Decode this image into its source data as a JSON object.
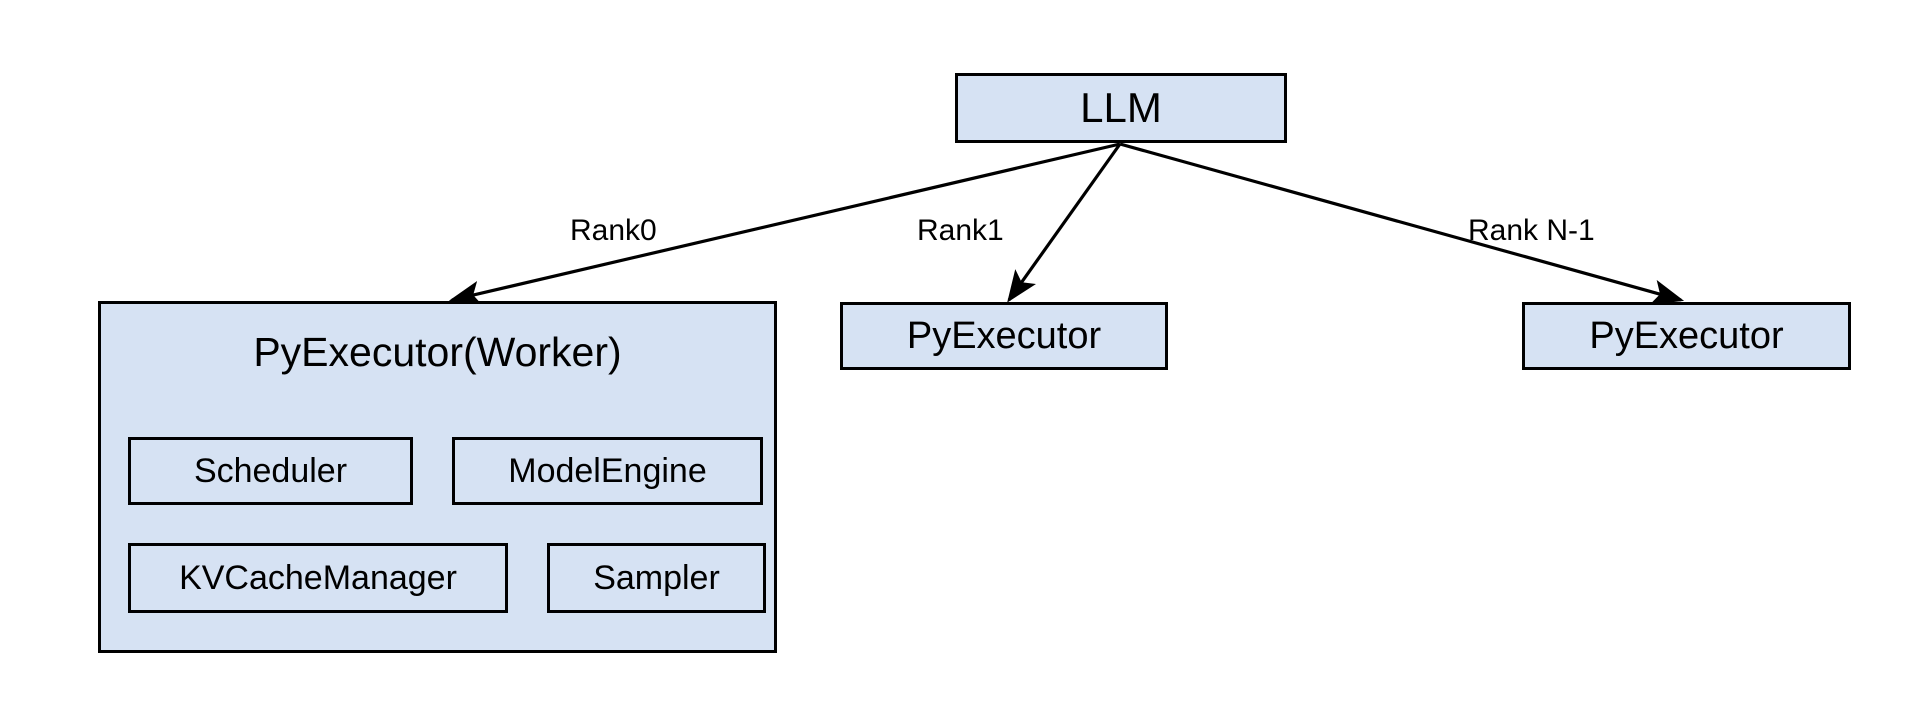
{
  "diagram": {
    "title_node": {
      "label": "LLM"
    },
    "colors": {
      "node_fill": "#d6e2f3",
      "node_border": "#000000",
      "edge": "#000000",
      "background": "#ffffff",
      "text": "#000000"
    },
    "nodes": [
      {
        "id": "llm",
        "label": "LLM"
      },
      {
        "id": "worker",
        "label": "PyExecutor(Worker)"
      },
      {
        "id": "pyexecutor_rank1",
        "label": "PyExecutor"
      },
      {
        "id": "pyexecutor_rankn",
        "label": "PyExecutor"
      }
    ],
    "worker_components": [
      {
        "id": "scheduler",
        "label": "Scheduler"
      },
      {
        "id": "model_engine",
        "label": "ModelEngine"
      },
      {
        "id": "kv_cache_manager",
        "label": "KVCacheManager"
      },
      {
        "id": "sampler",
        "label": "Sampler"
      }
    ],
    "edges": [
      {
        "from": "llm",
        "to": "worker",
        "label": "Rank0"
      },
      {
        "from": "llm",
        "to": "pyexecutor_rank1",
        "label": "Rank1"
      },
      {
        "from": "llm",
        "to": "pyexecutor_rankn",
        "label": "Rank N-1"
      }
    ]
  }
}
